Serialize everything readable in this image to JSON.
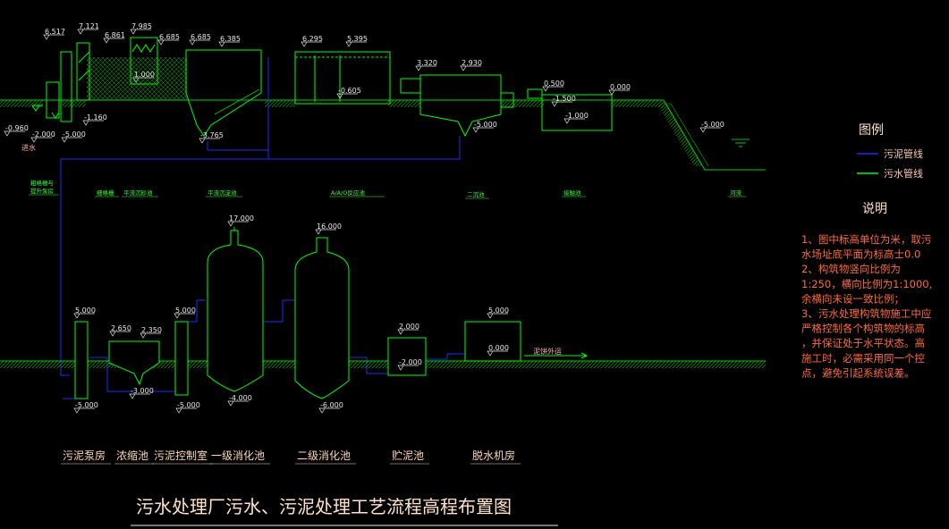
{
  "title": "污水处理厂污水、污泥处理工艺流程高程布置图",
  "colors": {
    "background": "#000000",
    "structure": "#00ff00",
    "ground": "#00d200",
    "sludge_pipe": "#1a2bff",
    "text": "#e8e8e8",
    "note": "#ff6a3a"
  },
  "legend": {
    "heading": "图例",
    "items": [
      {
        "label": "污泥管线"
      },
      {
        "label": "污水管线"
      }
    ]
  },
  "notes": {
    "heading": "说明",
    "lines": [
      "1、图中标高单位为米，取污",
      "水场址底平面为标高士0.0",
      "2、构筑物竖向比例为",
      "1:250，横向比例为1:1000,",
      "余横向未设一致比例；",
      "3、污水处理构筑物施工中应",
      "严格控制各个构筑物的标高",
      "，并保证处于水平状态。高",
      "施工时，必需采用同一个控",
      "点，避免引起系统误差。"
    ]
  },
  "top_units": [
    {
      "label": "粗格栅与\n提升泵房"
    },
    {
      "label": "细格栅"
    },
    {
      "label": "平流沉砂池"
    },
    {
      "label": "平流沉淀池"
    },
    {
      "label": "A/A/O反应池"
    },
    {
      "label": "二沉池"
    },
    {
      "label": "接触池"
    },
    {
      "label": "河流"
    }
  ],
  "bottom_units": [
    {
      "label": "污泥泵房"
    },
    {
      "label": "浓缩池"
    },
    {
      "label": "污泥控制室"
    },
    {
      "label": "一级消化池"
    },
    {
      "label": "二级消化池"
    },
    {
      "label": "贮泥池"
    },
    {
      "label": "脱水机房"
    }
  ],
  "top_elevations": [
    "6.517",
    "7.121",
    "6.861",
    "7.985",
    "6.685",
    "6.685",
    "6.385",
    "6.295",
    "5.395",
    "-0.605",
    "3.320",
    "2.930",
    "0.500",
    "0.000",
    "-1.500",
    "-1.000",
    "-3.765",
    "-5.000",
    "-0.960",
    "-2.000",
    "-5.000",
    "-1.160",
    "1.000",
    "-5.000"
  ],
  "bottom_elevations": [
    "5.000",
    "2.650",
    "2.350",
    "5.000",
    "17.000",
    "16.000",
    "2.000",
    "5.000",
    "0.000",
    "-2.000",
    "-3.000",
    "-5.000",
    "-5.000",
    "-4.000",
    "-6.000"
  ],
  "flow_labels": {
    "inlet": "进水",
    "sludge_out": "泥饼外运"
  }
}
